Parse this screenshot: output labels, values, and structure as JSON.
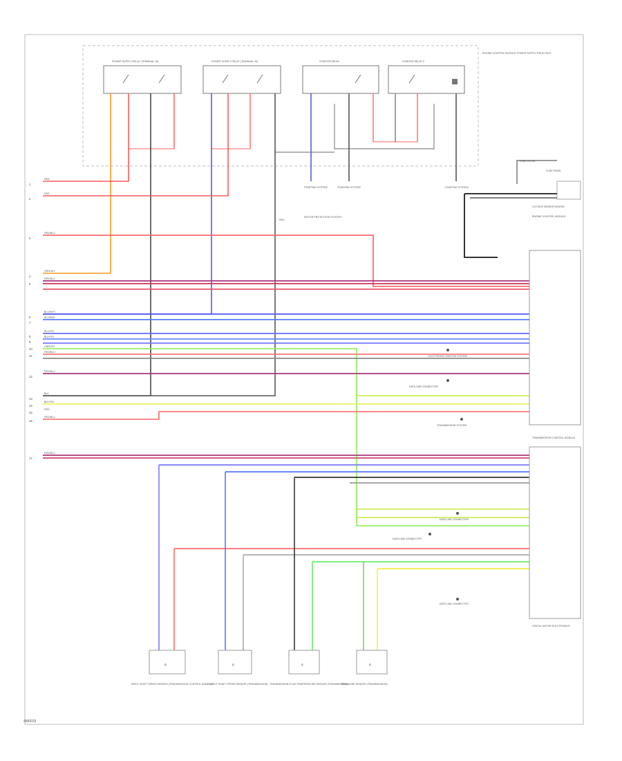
{
  "relays": [
    {
      "label": "POWER SUPPLY RELAY (TERMINAL 15)"
    },
    {
      "label": "POWER SUPPLY RELAY (TERMINAL 30)"
    },
    {
      "label": "STARTER RELAY"
    },
    {
      "label": "STARTER RELAY 2"
    }
  ],
  "relay_box_note": "ENGINE CONTROL MODULE POWER SUPPLY RELAY BOX",
  "top_labels": {
    "starter_a": "STARTING SYSTEM",
    "starter_b": "STARTING SYSTEM",
    "starter_c": "STARTING SYSTEM",
    "starter_fuse": "FUSE 29 10A",
    "fuse_box": "FUSE PANEL",
    "motor_note": "MOTOR PROTECTION SYSTEM",
    "motor_wire": "RED"
  },
  "left_wires": [
    {
      "pin": "1",
      "label": "RED"
    },
    {
      "pin": "2",
      "label": "RED"
    },
    {
      "pin": "3",
      "label": "RED/BLU"
    },
    {
      "pin": "4",
      "label": "ORN/YEL"
    },
    {
      "pin": "5",
      "label": "RED/BLU"
    },
    {
      "pin": "6",
      "label": "BLU/WHT"
    },
    {
      "pin": "7",
      "label": "BLU/RED"
    },
    {
      "pin": "8",
      "label": "BLU/YEL"
    },
    {
      "pin": "9",
      "label": "BLU/YEL"
    },
    {
      "pin": "10",
      "label": "GRN/YEL"
    },
    {
      "pin": "11",
      "label": "RED/BLU"
    },
    {
      "pin": "12",
      "label": "RED/BLU"
    },
    {
      "pin": "13",
      "label": "BLK"
    },
    {
      "pin": "14",
      "label": "BLK/YEL"
    },
    {
      "pin": "15",
      "label": "RED"
    },
    {
      "pin": "16",
      "label": "RED/BLU"
    },
    {
      "pin": "17",
      "label": "RED/BLU"
    }
  ],
  "right_modules": {
    "ecm": "ENGINE CONTROL MODULE",
    "tcm": "TRANSMISSION CONTROL MODULE",
    "sensor": "OXYGEN SENSOR HEATER",
    "dme": "DIGITAL MOTOR ELECTRONICS"
  },
  "right_notes": {
    "n1": "ELECTRONIC IGNITION SYSTEM",
    "n2": "DATA LINK CONNECTOR",
    "n3": "TRANSMISSION SYSTEM",
    "n4": "DATA LINK CONNECTOR",
    "n5": "DATA LINK CONNECTOR",
    "n6": "DATA LINK CONNECTOR"
  },
  "sensors": [
    {
      "label": "INPUT SHAFT SPEED SENSOR (TRANSMISSION CONTROL MODULE)"
    },
    {
      "label": "OUTPUT SHAFT SPEED SENSOR (TRANSMISSION)"
    },
    {
      "label": "TRANSMISSION FLUID TEMPERATURE SENSOR (TRANSMISSION)"
    },
    {
      "label": "PRESSURE SENSOR (TRANSMISSION)"
    }
  ],
  "footer_code": "4M6F03"
}
